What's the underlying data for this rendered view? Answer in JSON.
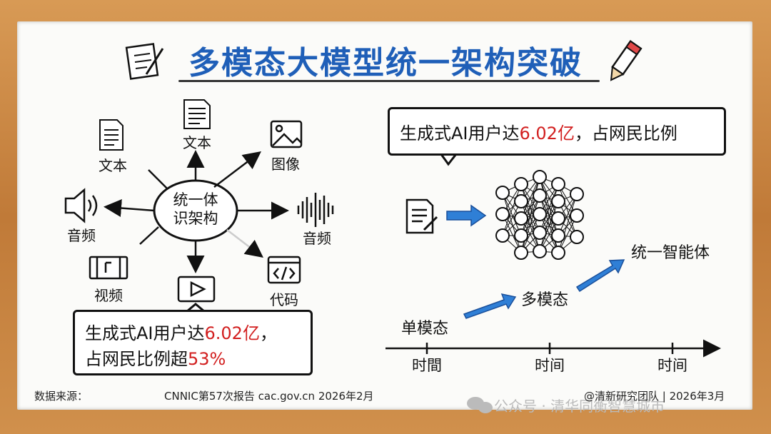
{
  "title": "多模态大模型统一架构突破",
  "left": {
    "center_label": [
      "统一体",
      "识架构"
    ],
    "nodes": {
      "text_left": "文本",
      "text_top": "文本",
      "image": "图像",
      "audio_left": "音频",
      "audio_right": "音频",
      "video": "视频",
      "code": "代码"
    },
    "bubble": {
      "line1_prefix": "生成式AI用户达",
      "line1_highlight": "6.02亿",
      "line1_suffix": "，",
      "line2_prefix": "占网民比例超",
      "line2_highlight": "53%"
    }
  },
  "right": {
    "bubble": {
      "prefix": "生成式AI用户达",
      "highlight": "6.02亿",
      "suffix": "，占网民比例"
    },
    "stages": [
      "单模态",
      "多模态",
      "统一智能体"
    ],
    "timeline_labels": [
      "时間",
      "时间",
      "时间"
    ]
  },
  "footer": {
    "source_label": "数据来源：",
    "source_text": "CNNIC第57次报告 cac.gov.cn 2026年2月",
    "credit": "@清新研究团队 | 2026年3月",
    "watermark": "公众号 · 清华同衡智慧城市"
  },
  "colors": {
    "title": "#1f5fb8",
    "highlight": "#d21f1f",
    "arrow_blue": "#2f7fd6"
  }
}
